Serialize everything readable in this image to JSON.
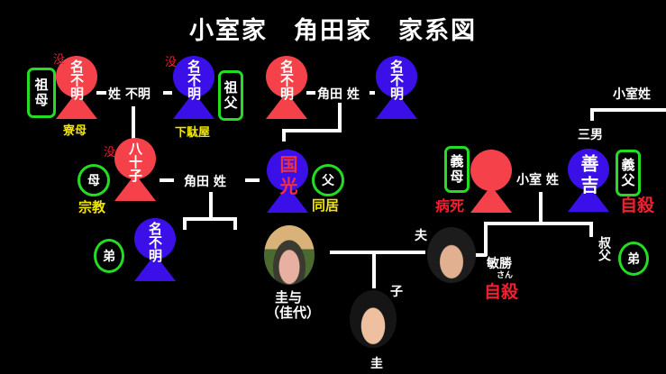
{
  "title": "小室家　角田家　家系図",
  "colors": {
    "female": "#f5424a",
    "male": "#3b10e8",
    "role_border": "#22dd22",
    "note": "#f2e600",
    "death": "#f02030"
  },
  "kakuta_side": {
    "grandmother": {
      "name": "名不明",
      "role": "祖母",
      "deceased": "没",
      "note": "寮母"
    },
    "grandfather": {
      "name": "名不明",
      "role": "祖父",
      "deceased": "没",
      "note": "下駄屋"
    },
    "grandparents_surname": "姓 不明",
    "mother": {
      "name": "八十子",
      "role": "母",
      "deceased": "没",
      "note": "宗教"
    },
    "father": {
      "name": "国光",
      "role": "父",
      "note": "同居"
    },
    "parents_surname": "角田 姓",
    "paternal_grandmother": {
      "name": "名不明"
    },
    "paternal_grandfather": {
      "name": "名不明"
    },
    "paternal_surname": "角田 姓",
    "brother": {
      "name": "名不明",
      "role": "弟"
    },
    "kayo": {
      "name": "圭与",
      "alias": "（佳代）"
    }
  },
  "komuro_side": {
    "top_surname": "小室姓",
    "stepmother": {
      "role": "義母",
      "note": "病死"
    },
    "stepfather": {
      "name": "善吉",
      "rank": "三男",
      "role": "義父",
      "note": "自殺"
    },
    "surname": "小室 姓",
    "husband": {
      "label": "夫",
      "name": "敏勝",
      "honorific": "さん",
      "note": "自殺"
    },
    "uncle": {
      "label": "叔父",
      "role": "弟"
    }
  },
  "child": {
    "label": "子",
    "name": "圭"
  }
}
